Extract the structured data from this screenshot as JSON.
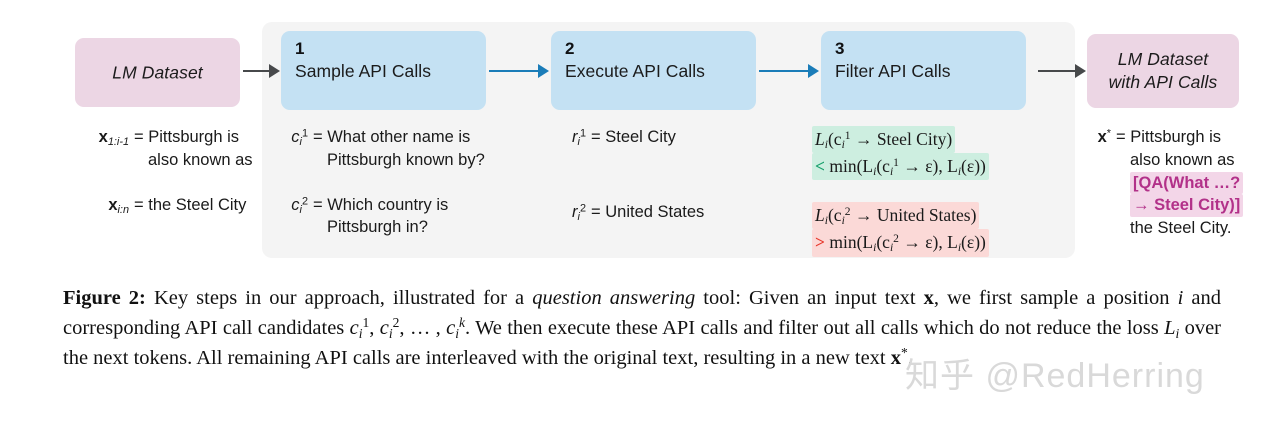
{
  "figure": {
    "nodes": {
      "lm_dataset": {
        "label_line1": "LM Dataset"
      },
      "step1": {
        "number": "1",
        "title": "Sample API Calls"
      },
      "step2": {
        "number": "2",
        "title": "Execute API Calls"
      },
      "step3": {
        "number": "3",
        "title": "Filter API Calls"
      },
      "lm_dataset_out": {
        "label_line1": "LM Dataset",
        "label_line2": "with API Calls"
      }
    },
    "arrows": {
      "dataset_to_step1": "arrow-right-gray",
      "step1_to_step2": "arrow-right-blue",
      "step2_to_step3": "arrow-right-blue",
      "step3_to_output": "arrow-right-gray"
    },
    "input_column": {
      "item1": {
        "var": "x",
        "sub": "1:i-1",
        "eq": "=",
        "line1": "Pittsburgh is",
        "line2": "also known as"
      },
      "item2": {
        "var": "x",
        "sub": "i:n",
        "eq": "=",
        "line1": "the Steel City"
      }
    },
    "sample_column": {
      "item1": {
        "var": "c",
        "sub": "i",
        "sup": "1",
        "eq": "=",
        "line1": "What other name is",
        "line2": "Pittsburgh known by?"
      },
      "item2": {
        "var": "c",
        "sub": "i",
        "sup": "2",
        "eq": "=",
        "line1": "Which country is",
        "line2": "Pittsburgh in?"
      }
    },
    "execute_column": {
      "item1": {
        "var": "r",
        "sub": "i",
        "sup": "1",
        "eq": "=",
        "line1": "Steel City"
      },
      "item2": {
        "var": "r",
        "sub": "i",
        "sup": "2",
        "eq": "=",
        "line1": "United States"
      }
    },
    "filter_column": {
      "item1": {
        "highlight": "green",
        "line1_prefix": "L",
        "line1_sub": "i",
        "line1_text": "(c",
        "line1_csub": "i",
        "line1_csup": "1",
        "line1_suffix": " → Steel City)",
        "operator": "<",
        "line2": "min(L",
        "line2_sub": "i",
        "line2_mid": "(c",
        "line2_csub": "i",
        "line2_csup": "1",
        "line2_arrow": " → ε), L",
        "line2_sub2": "i",
        "line2_end": "(ε))"
      },
      "item2": {
        "highlight": "red",
        "line1_prefix": "L",
        "line1_sub": "i",
        "line1_text": "(c",
        "line1_csub": "i",
        "line1_csup": "2",
        "line1_suffix": " → United States)",
        "operator": ">",
        "line2": "min(L",
        "line2_sub": "i",
        "line2_mid": "(c",
        "line2_csub": "i",
        "line2_csup": "2",
        "line2_arrow": " → ε), L",
        "line2_sub2": "i",
        "line2_end": "(ε))"
      }
    },
    "output_column": {
      "var": "x",
      "sup": "*",
      "eq": "=",
      "line1": "Pittsburgh is",
      "line2": "also known as",
      "highlight_line1": "[QA(What …?",
      "highlight_line2": "→ Steel City)]",
      "line3": "the Steel City."
    },
    "colors": {
      "panel_bg": "#f4f4f4",
      "node_pink": "#ecd6e4",
      "node_blue": "#c4e1f3",
      "arrow_gray": "#47494b",
      "arrow_blue": "#1a7cb8",
      "highlight_green": "#cdeee0",
      "highlight_red": "#fbd9d7",
      "highlight_magenta": "#f3d6e8",
      "operator_green": "#16a06b",
      "operator_red": "#e7392c",
      "magenta_text": "#b23189"
    }
  },
  "caption": {
    "label": "Figure 2:",
    "part1": " Key steps in our approach, illustrated for a ",
    "italic1": "question answering",
    "part2": " tool: Given an input text ",
    "bold1": "x",
    "part3": ", we first sample a position ",
    "math_i": "i",
    "part4": " and corresponding API call candidates ",
    "math_c1": "c",
    "math_c1_sub": "i",
    "math_c1_sup": "1",
    "part5": ", ",
    "math_c2": "c",
    "math_c2_sub": "i",
    "math_c2_sup": "2",
    "part6": ", … , ",
    "math_ck": "c",
    "math_ck_sub": "i",
    "math_ck_sup": "k",
    "part7": ". We then execute these API calls and filter out all calls which do not reduce the loss ",
    "math_L": "L",
    "math_L_sub": "i",
    "part8": " over the next tokens. All remaining API calls are interleaved with the original text, resulting in a new text ",
    "bold2": "x",
    "bold2_sup": "*",
    "part9": "."
  },
  "watermark": {
    "text": "知乎 @RedHerring"
  }
}
